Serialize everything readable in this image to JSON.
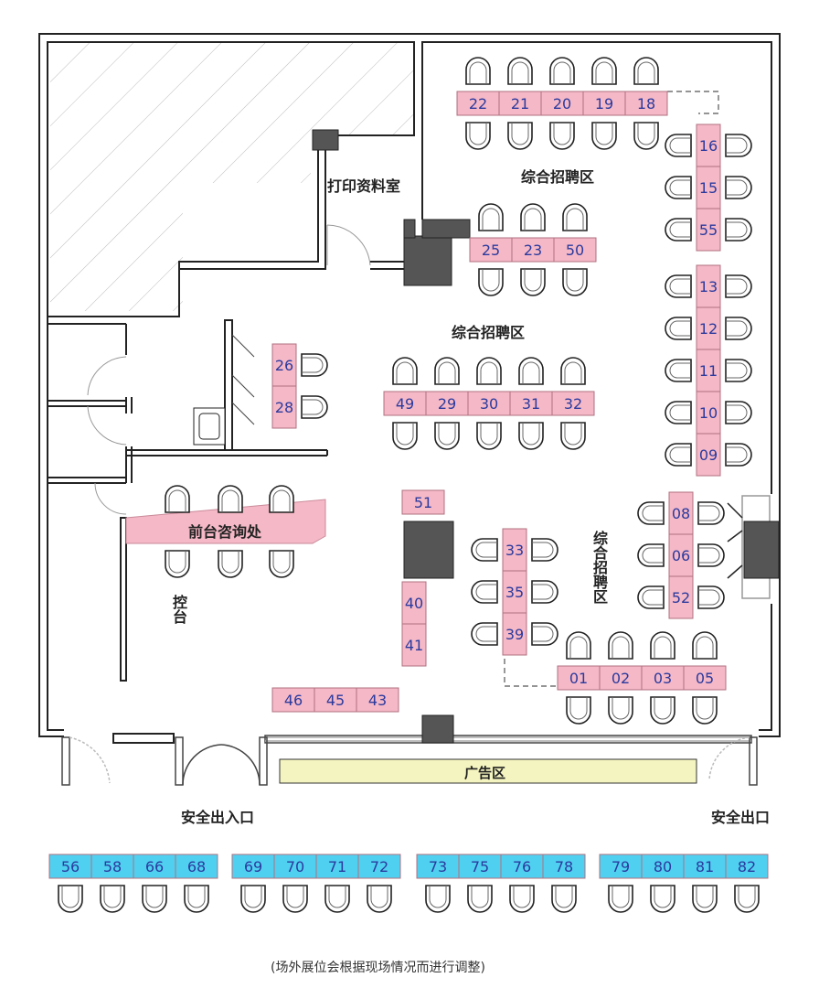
{
  "colors": {
    "booth_inner": "#f4b8c6",
    "booth_outer": "#4fd0f0",
    "ad_zone": "#f4f4c0",
    "pillar": "#555555",
    "booth_number": "#2b3a9e",
    "wall": "#222222"
  },
  "labels": {
    "print_room": "打印资料室",
    "zone_top": "综合招聘区",
    "zone_middle": "综合招聘区",
    "zone_right": "综合招聘区",
    "front_desk": "前台咨询处",
    "control_desk": "控台",
    "ad_zone": "广告区",
    "entrance": "安全出入口",
    "exit": "安全出口",
    "note": "(场外展位会根据现场情况而进行调整)"
  },
  "booths": {
    "top_row": [
      "22",
      "21",
      "20",
      "19",
      "18"
    ],
    "right_column_top": [
      "16",
      "15",
      "55"
    ],
    "right_column": [
      "13",
      "12",
      "11",
      "10",
      "09"
    ],
    "right_lower": [
      "08",
      "06",
      "52"
    ],
    "upper_middle": [
      "25",
      "23",
      "50"
    ],
    "center_row": [
      "49",
      "29",
      "30",
      "31",
      "32"
    ],
    "partition_pair": [
      "26",
      "28"
    ],
    "single": [
      "51"
    ],
    "pillar_pair": [
      "40",
      "41"
    ],
    "lower_column": [
      "33",
      "35",
      "39"
    ],
    "bottom_right_row": [
      "01",
      "02",
      "03",
      "05"
    ],
    "bottom_left_row": [
      "46",
      "45",
      "43"
    ],
    "outside_groups": [
      [
        "56",
        "58",
        "66",
        "68"
      ],
      [
        "69",
        "70",
        "71",
        "72"
      ],
      [
        "73",
        "75",
        "76",
        "78"
      ],
      [
        "79",
        "80",
        "81",
        "82"
      ]
    ]
  }
}
